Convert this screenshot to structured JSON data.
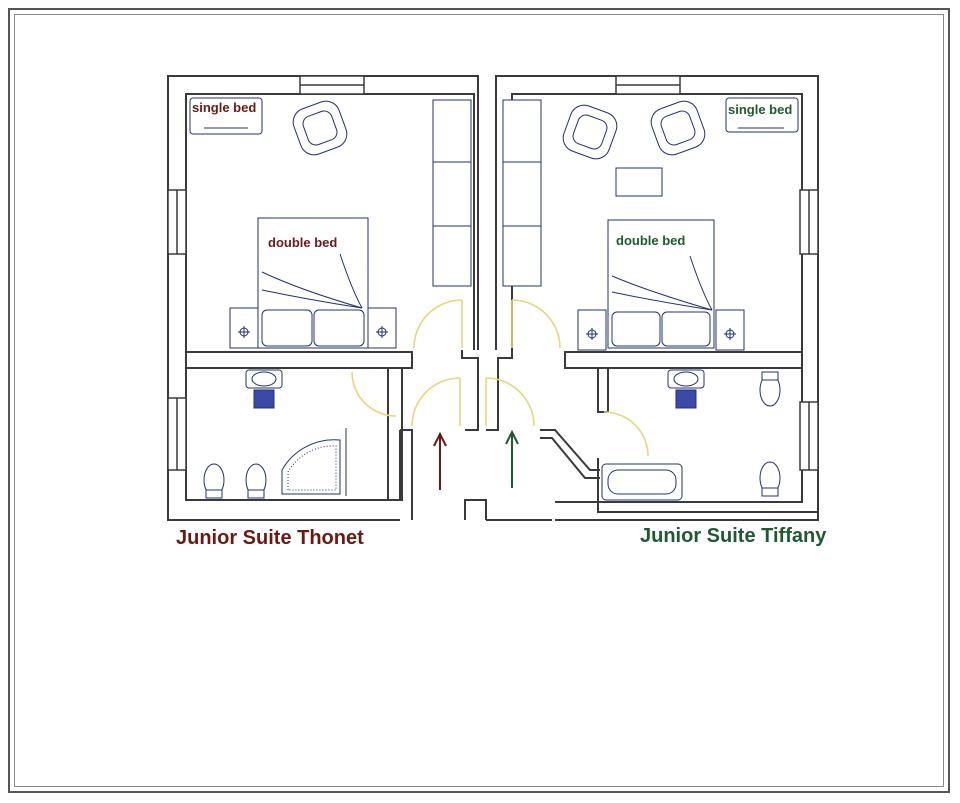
{
  "suites": {
    "thonet": {
      "name": "Junior Suite Thonet",
      "color": "#6b1a12",
      "single_bed": "single bed",
      "double_bed": "double bed"
    },
    "tiffany": {
      "name": "Junior Suite Tiffany",
      "color": "#1d5b2f",
      "single_bed": "single bed",
      "double_bed": "double bed"
    }
  },
  "colors": {
    "wall": "#3a3a3a",
    "furniture": "#22307a",
    "door_swing": "#e6d77a",
    "fixture_blue": "#3a4aa8"
  }
}
